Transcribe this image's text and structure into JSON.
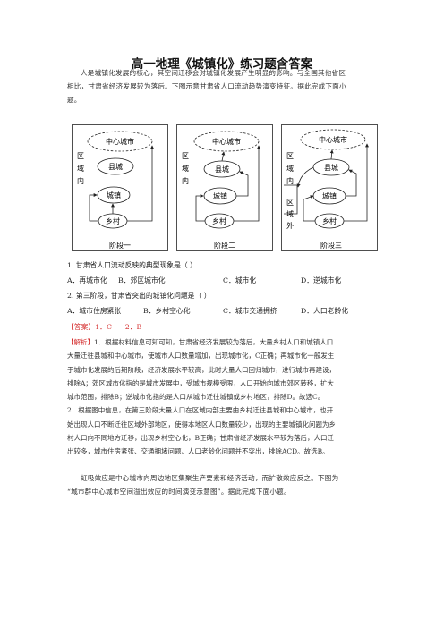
{
  "doc": {
    "title": "高一地理《城镇化》练习题含答案",
    "intro_lines": [
      "人是城镇化发展的核心，其空间迁移会对城镇化发展产生明显的影响。与全国其他省区",
      "相比，甘肃省经济发展较为落后。下图示意甘肃省人口流动趋势演变特征。据此完成下面小",
      "题。"
    ]
  },
  "diagram": {
    "panels": [
      {
        "city": "中心城市",
        "county": "县城",
        "town": "城镇",
        "village": "乡村",
        "stage": "阶段一",
        "region": [
          "区",
          "域",
          "内"
        ]
      },
      {
        "city": "中心城市",
        "county": "县城",
        "town": "城镇",
        "village": "乡村",
        "stage": "阶段二",
        "region": [
          "区",
          "域",
          "内"
        ]
      },
      {
        "city": "中心城市",
        "county": "县城",
        "town": "城镇",
        "village": "乡村",
        "stage": "阶段三",
        "region": [
          "区",
          "域",
          "内"
        ],
        "outside": [
          "区",
          "域",
          "外"
        ]
      }
    ]
  },
  "questions": [
    {
      "stem": "1.  甘肃省人口流动反映的典型现象是（    ）",
      "options": [
        "A．再城市化",
        "B．郊区城市化",
        "C．城市化",
        "D．逆城市化"
      ]
    },
    {
      "stem": "2.  第三阶段，甘肃省突出的城镇化问题是（    ）",
      "options": [
        "A．城市住房紧张",
        "B．乡村空心化",
        "C．城市交通拥挤",
        "D．人口老龄化"
      ]
    }
  ],
  "answer": {
    "label": "【答案】",
    "text": "1．C      2．B"
  },
  "analysis": {
    "label": "【解析】",
    "lines": [
      "1．根据材料信息可知可知，甘肃省经济发展较为落后，大量乡村人口和城镇人口",
      "大量迁往县城和中心城市，使城市人口数量增加，出现城市化，C正确；再城市化一般发生",
      "于城市化发展的后期阶段，经济发展水平较高，此时大量人口回归城市，进行城市再建设，",
      "排除A；郊区城市化指的是城市发展中，受城市规模受限，人口开始向城市郊区转移，扩大",
      "城市范围，排除B；逆城市化指的是人口从城市迁往城镇或乡村地区，排除D。故选C。",
      "2．根据图中信息，在第三阶段大量人口在区域内部主要由乡村迁往县城和中心城市，也开",
      "始出现人口不断迁往区域外部地区，使得本地区人口数量较少，出现的主要城镇化问题为乡",
      "村人口向不同地方迁移，出现乡村空心化，B正确；甘肃省经济发展水平较为落后，人口迁",
      "出较多，城市住房紧张、交通拥堵问题、人口老龄化问题并不突出，排除ACD。故选B。"
    ]
  },
  "next": {
    "lines": [
      "虹吸效应是中心城市向周边地区集聚生产要素和经济活动，而扩散效应反之。下图为",
      "“城市群中心城市空间溢出效应的时间演变示意图”。据此完成下面小题。"
    ]
  }
}
